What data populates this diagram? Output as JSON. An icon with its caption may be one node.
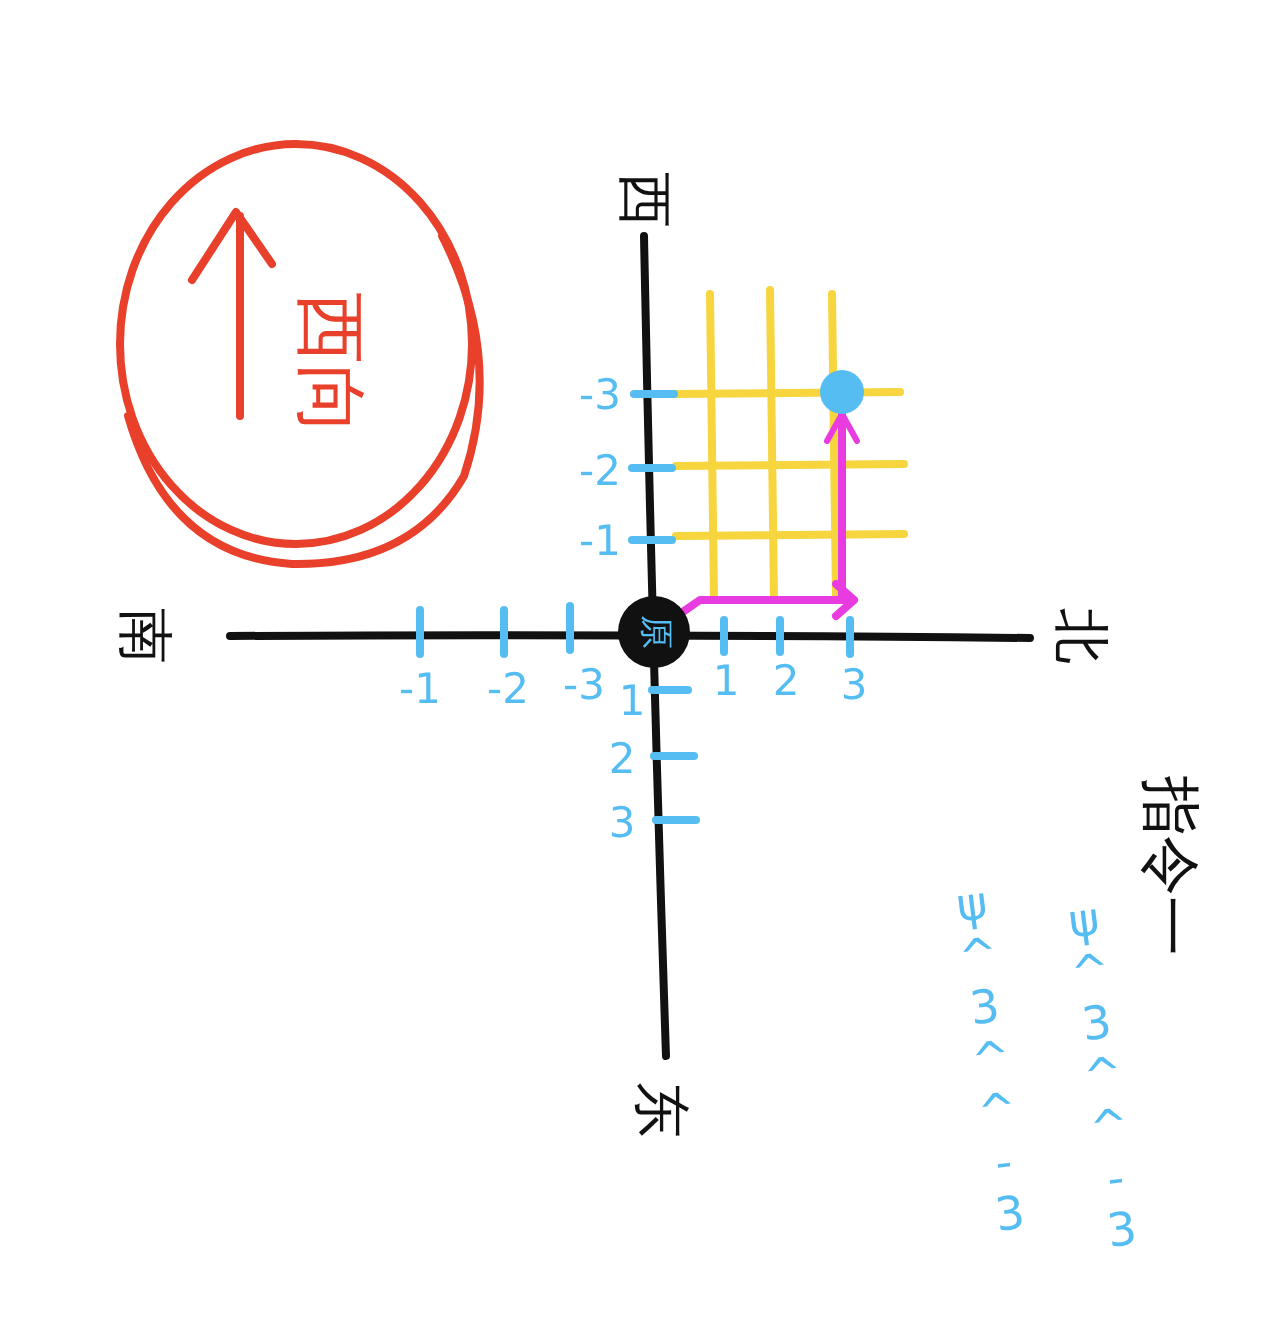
{
  "diagram": {
    "nodes": [
      {
        "text": [
          "西向"
        ]
      },
      {
        "text": [
          "原"
        ]
      },
      {
        "text": [],
        "shape": "circle"
      }
    ],
    "edges": [
      {
        "from": 1,
        "to": 2,
        "arrow": "to"
      }
    ],
    "labels": [
      "西",
      "-3",
      "-2",
      "-1",
      "南",
      "北",
      "-1",
      "-2",
      "-3",
      "1",
      "1",
      "2",
      "3",
      "2",
      "3",
      "ψ^3^^-3",
      "ψ^3^^-3",
      "指令一",
      "东"
    ]
  }
}
